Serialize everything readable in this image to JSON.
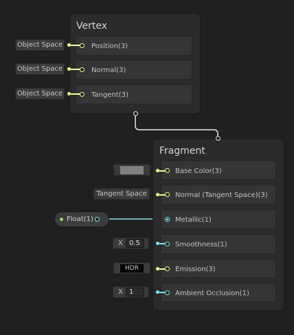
{
  "vertex": {
    "title": "Vertex",
    "slots": [
      {
        "label": "Position(3)",
        "input": "Object Space"
      },
      {
        "label": "Normal(3)",
        "input": "Object Space"
      },
      {
        "label": "Tangent(3)",
        "input": "Object Space"
      }
    ]
  },
  "fragment": {
    "title": "Fragment",
    "slots": [
      {
        "label": "Base Color(3)"
      },
      {
        "label": "Normal (Tangent Space)(3)",
        "input": "Tangent Space"
      },
      {
        "label": "Metallic(1)"
      },
      {
        "label": "Smoothness(1)",
        "axis": "X",
        "value": "0.5"
      },
      {
        "label": "Emission(3)",
        "input": "HDR"
      },
      {
        "label": "Ambient Occlusion(1)",
        "axis": "X",
        "value": "1"
      }
    ]
  },
  "float_node": {
    "label": "Float(1)"
  },
  "colors": {
    "vector3": "#f6ff9a",
    "float": "#84e4e7",
    "swatch": "#808080"
  }
}
